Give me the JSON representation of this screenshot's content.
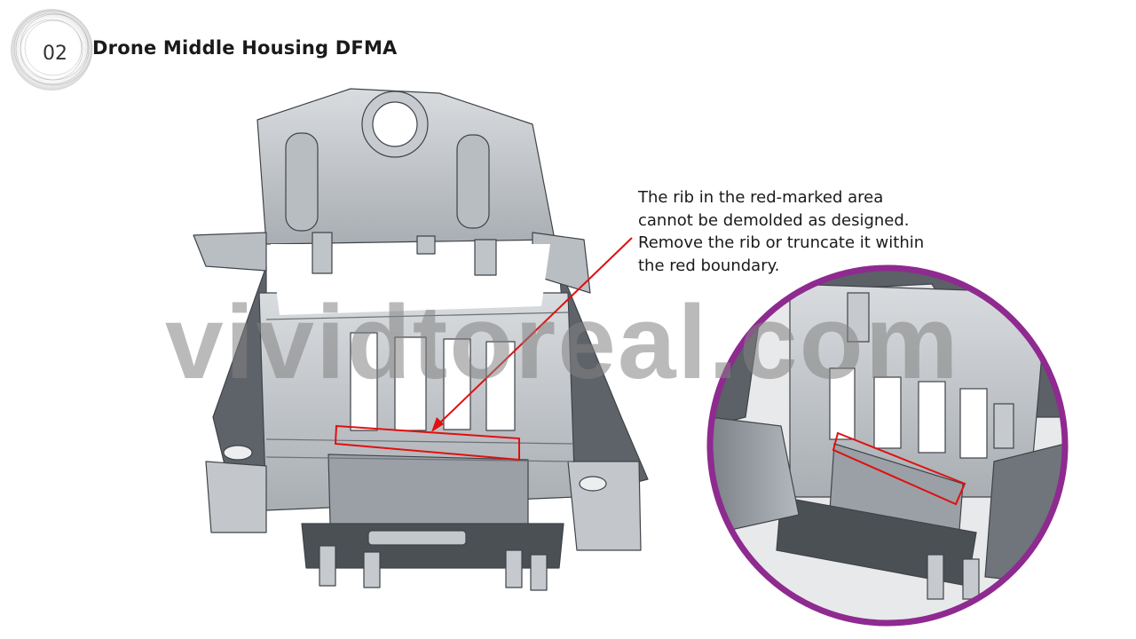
{
  "header": {
    "section_number": "02",
    "title": "Drone Middle Housing DFMA"
  },
  "annotation": {
    "lines": [
      "The rib in the red-marked area",
      "cannot be demolded as designed.",
      "Remove the rib or truncate it within",
      "the red boundary."
    ]
  },
  "watermark": "vividtoreal.com",
  "colors": {
    "highlight_red": "#e01010",
    "callout_circle": "#8e2a90",
    "part_gray": "#c9cdd1"
  }
}
